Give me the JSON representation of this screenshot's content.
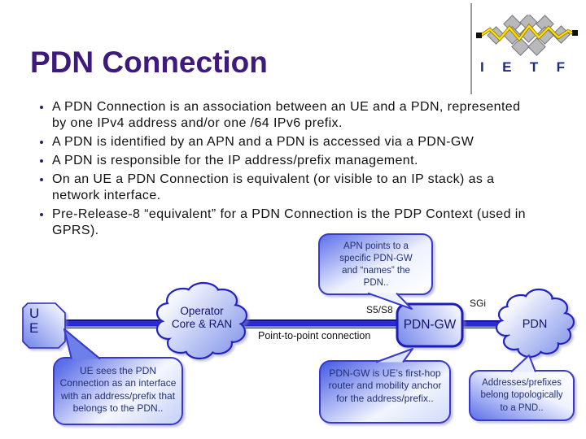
{
  "slide": {
    "title": "PDN Connection",
    "bullets": [
      "A PDN Connection is an association between an UE and a PDN, represented by one IPv4 address and/or one /64 IPv6 prefix.",
      "A PDN is identified by an APN and a PDN is accessed via a PDN-GW",
      "A PDN is responsible for the IP address/prefix management.",
      "On an UE a PDN Connection is equivalent (or visible to an IP stack) as a network interface.",
      "Pre-Release-8 “equivalent” for a PDN Connection is the PDP Context (used in GPRS)."
    ]
  },
  "logo": {
    "text": "IETF"
  },
  "diagram": {
    "nodes": {
      "ue": {
        "label": "U\nE"
      },
      "operator_cloud": {
        "line1": "Operator",
        "line2": "Core & RAN"
      },
      "pdn_gw": {
        "label": "PDN-GW"
      },
      "pdn_cloud": {
        "label": "PDN"
      }
    },
    "labels": {
      "s5s8": "S5/S8",
      "sgi": "SGi",
      "p2p": "Point-to-point connection"
    },
    "callouts": {
      "apn": "APN points to a specific PDN-GW and “names” the PDN..",
      "ue": "UE sees the PDN Connection as an interface with an address/prefix that belongs to the PDN..",
      "pdn_gw": "PDN-GW is UE’s first-hop router and mobility anchor for the address/prefix..",
      "pdn": "Addresses/prefixes belong topologically to a PND.."
    }
  },
  "colors": {
    "title_purple": "#3d1a7c",
    "bullet_marker": "#2d2069",
    "line_dark_blue": "#000090",
    "line_bright_blue": "#2b2bd8",
    "shape_border_blue": "#2424c4",
    "callout_border_blue": "#3939cf",
    "shape_fill_blue": "#7487ec",
    "callout_text_navy": "#233173",
    "logo_yellow": "#ffe400",
    "logo_letters_navy": "#1f2b80",
    "diamond_gray": "#b9b9bd"
  }
}
